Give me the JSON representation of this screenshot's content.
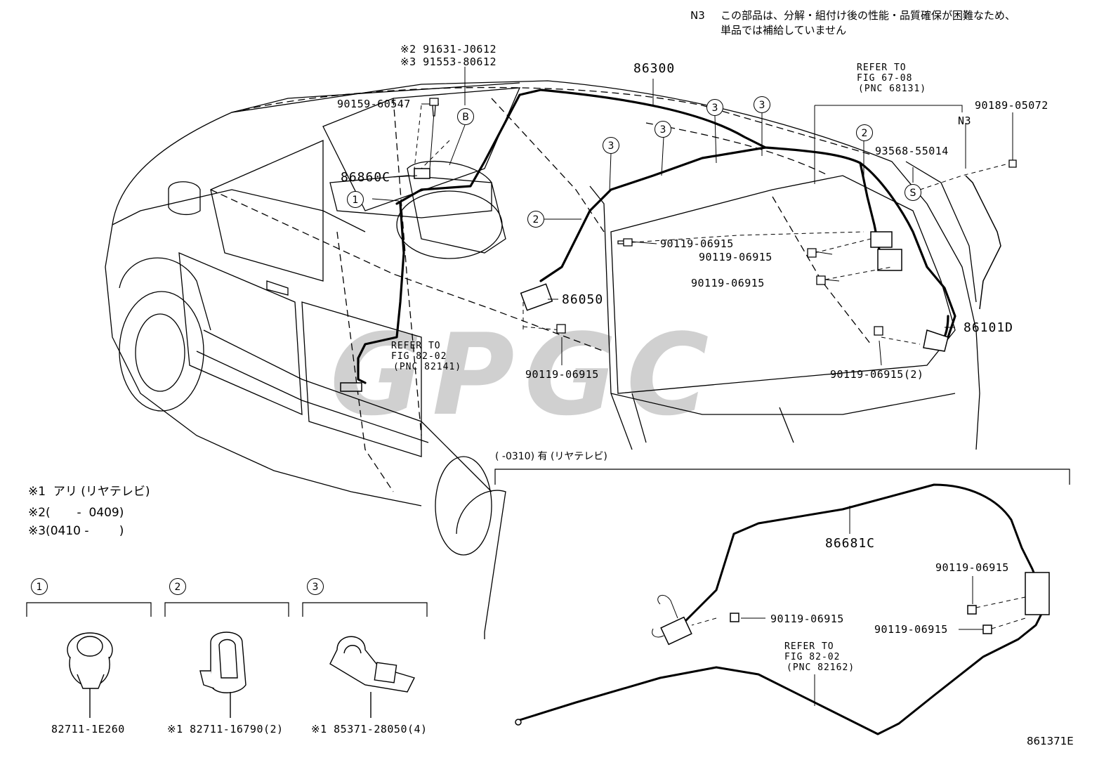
{
  "note": {
    "code": "N3",
    "line1": "この部品は、分解・組付け後の性能・品質確保が困難なため、",
    "line2": "単品では補給していません"
  },
  "top_labels": {
    "alt_part_2": "※2 91631-J0612",
    "alt_part_3": "※3 91553-80612",
    "bolt_b": "90159-60547",
    "harness_main": "86300",
    "connector_86860": "86860C",
    "part_86050": "86050",
    "part_86101": "86101D",
    "part_90189": "90189-05072",
    "n3_marker": "N3",
    "part_93568": "93568-55014",
    "bolt_a": "90119-06915",
    "bolt_b2": "90119-06915",
    "bolt_c": "90119-06915",
    "bolt_d": "90119-06915",
    "bolt_e": "90119-06915(2)"
  },
  "refer_blocks": {
    "ref_67": {
      "l1": "REFER TO",
      "l2": "FIG 67-08",
      "l3": "(PNC 68131)"
    },
    "ref_82a": {
      "l1": "REFER TO",
      "l2": "FIG 82-02",
      "l3": "(PNC 82141)"
    },
    "ref_82b": {
      "l1": "REFER TO",
      "l2": "FIG 82-02",
      "l3": "(PNC 82162)"
    }
  },
  "circle_markers": {
    "b": "B",
    "s": "S",
    "one": "1",
    "two": "2",
    "three": "3"
  },
  "inset": {
    "header": "(     -0310) 有 (リヤテレビ)",
    "harness": "86681C",
    "bolt_1": "90119-06915",
    "bolt_2": "90119-06915",
    "bolt_3": "90119-06915"
  },
  "legend": {
    "l1": "※1  アリ (リヤテレビ)",
    "l2": "※2(       -  0409)",
    "l3": "※3(0410 -        )"
  },
  "clips": [
    {
      "marker": "1",
      "part": "82711-1E260"
    },
    {
      "marker": "2",
      "part": "※1 82711-16790(2)"
    },
    {
      "marker": "3",
      "part": "※1 85371-28050(4)"
    }
  ],
  "figure_code": "861371E"
}
